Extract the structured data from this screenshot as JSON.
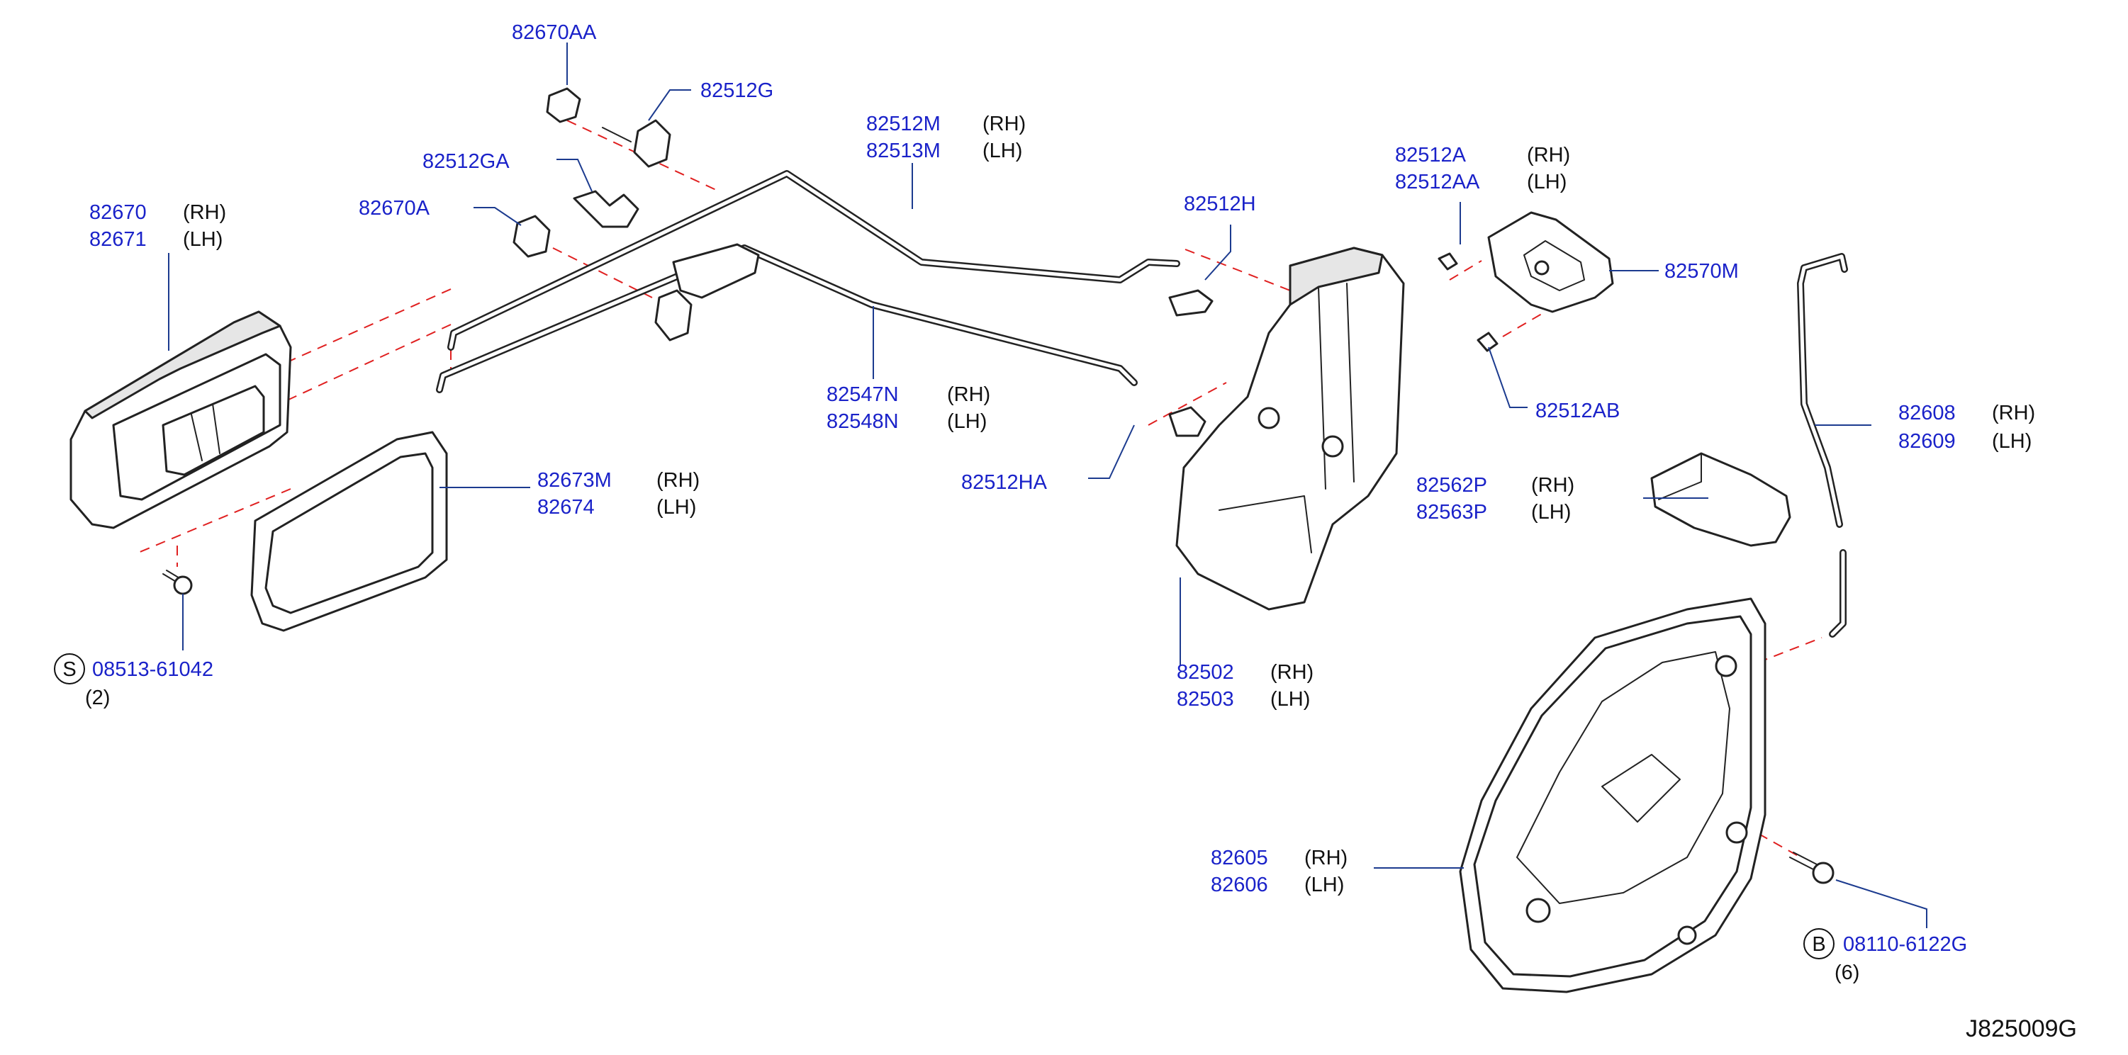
{
  "diagram_code": "J825009G",
  "colors": {
    "part_number": "#1a22c9",
    "leader": "#1c3b8f",
    "centerline": "#e02020",
    "text": "#111111"
  },
  "callouts": {
    "p82670AA": {
      "num": "82670AA"
    },
    "p82512G": {
      "num": "82512G"
    },
    "p82512GA": {
      "num": "82512GA"
    },
    "p82670A": {
      "num": "82670A"
    },
    "p82670": {
      "num": "82670",
      "side": "(RH)",
      "num2": "82671",
      "side2": "(LH)"
    },
    "p82512M": {
      "num": "82512M",
      "side": "(RH)",
      "num2": "82513M",
      "side2": "(LH)"
    },
    "p82547N": {
      "num": "82547N",
      "side": "(RH)",
      "num2": "82548N",
      "side2": "(LH)"
    },
    "p82512H": {
      "num": "82512H"
    },
    "p82512HA": {
      "num": "82512HA"
    },
    "p82512A": {
      "num": "82512A",
      "side": "(RH)",
      "num2": "82512AA",
      "side2": "(LH)"
    },
    "p82570M": {
      "num": "82570M"
    },
    "p82512AB": {
      "num": "82512AB"
    },
    "p82608": {
      "num": "82608",
      "side": "(RH)",
      "num2": "82609",
      "side2": "(LH)"
    },
    "p82562P": {
      "num": "82562P",
      "side": "(RH)",
      "num2": "82563P",
      "side2": "(LH)"
    },
    "p82673M": {
      "num": "82673M",
      "side": "(RH)",
      "num2": "82674",
      "side2": "(LH)"
    },
    "p82502": {
      "num": "82502",
      "side": "(RH)",
      "num2": "82503",
      "side2": "(LH)"
    },
    "p82605": {
      "num": "82605",
      "side": "(RH)",
      "num2": "82606",
      "side2": "(LH)"
    },
    "screw_s": {
      "symbol": "S",
      "num": "08513-61042",
      "qty": "(2)"
    },
    "bolt_b": {
      "symbol": "B",
      "num": "08110-6122G",
      "qty": "(6)"
    }
  }
}
